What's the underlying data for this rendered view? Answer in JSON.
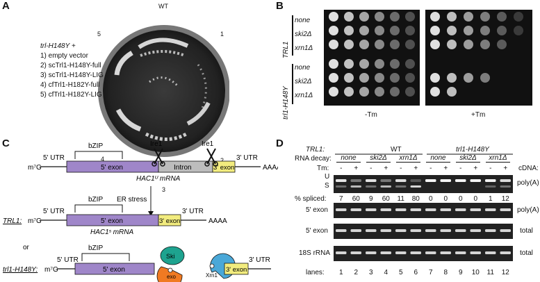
{
  "panels": {
    "a": "A",
    "b": "B",
    "c": "C",
    "d": "D"
  },
  "panelA": {
    "plate_top": "WT",
    "sector_numbers": [
      "1",
      "2",
      "3",
      "4",
      "5"
    ],
    "legend_title": "trl-H148Y +",
    "legend_items": [
      "1) empty vector",
      "2) scTrl1-H148Y-full",
      "3) scTrl1-H148Y-LIG",
      "4) cfTrl1-H182Y-full",
      "5) cfTrl1-H182Y-LIG"
    ]
  },
  "panelB": {
    "group1": "TRL1",
    "group2": "trl1-H148Y",
    "rows": [
      "none",
      "ski2Δ",
      "xrn1Δ",
      "none",
      "ski2Δ",
      "xrn1Δ"
    ],
    "left_label": "-Tm",
    "right_label": "+Tm"
  },
  "panelC": {
    "cap": "m⁷G",
    "utr5": "5' UTR",
    "utr3": "3' UTR",
    "polyA": "AAAA",
    "bzip": "bZIP",
    "ire1": "Ire1",
    "exon5": "5' exon",
    "intron": "Intron",
    "exon3": "3' exon",
    "hac1u": "HAC1ᵁ mRNA",
    "hac1s": "HAC1ˢ mRNA",
    "er_stress": "ER stress",
    "trl1": "TRL1:",
    "or": "or",
    "trl1h": "trl1-H148Y:",
    "ski": "Ski",
    "exo": "exo",
    "xrn1": "Xrn1"
  },
  "panelD": {
    "trl1_label": "TRL1:",
    "rna_decay_label": "RNA decay:",
    "tm_label": "Tm:",
    "cdna_label": "cDNA:",
    "wt": "WT",
    "mutant": "trl1-H148Y",
    "decay_groups": [
      "none",
      "ski2Δ",
      "xrn1Δ",
      "none",
      "ski2Δ",
      "xrn1Δ"
    ],
    "tm_signs": [
      "-",
      "+",
      "-",
      "+",
      "-",
      "+",
      "-",
      "+",
      "-",
      "+",
      "-",
      "+"
    ],
    "u_label": "U",
    "s_label": "S",
    "pct_label": "% spliced:",
    "pct_values": [
      "7",
      "60",
      "9",
      "60",
      "11",
      "80",
      "0",
      "0",
      "0",
      "0",
      "1",
      "12"
    ],
    "gel2_left": "5' exon",
    "gel3_left": "5' exon",
    "gel4_left": "18S rRNA",
    "right_labels": [
      "poly(A)",
      "poly(A)",
      "total",
      "total"
    ],
    "lanes_label": "lanes:",
    "lanes": [
      "1",
      "2",
      "3",
      "4",
      "5",
      "6",
      "7",
      "8",
      "9",
      "10",
      "11",
      "12"
    ]
  },
  "colors": {
    "exon5": "#9f86c9",
    "intron": "#bdbdbd",
    "exon3": "#f2ec7e",
    "ski": "#1ea38f",
    "exo": "#f07a22",
    "xrn1": "#4aa8d8"
  }
}
